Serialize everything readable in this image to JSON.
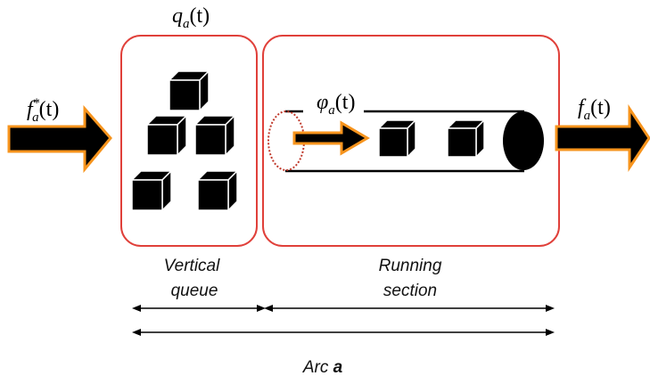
{
  "queue": {
    "label_base": "q",
    "label_sub": "a",
    "label_arg": "(t)",
    "caption_line1": "Vertical",
    "caption_line2": "queue"
  },
  "running": {
    "label_base": "φ",
    "label_sub": "a",
    "label_arg": "(t)",
    "caption_line1": "Running",
    "caption_line2": "section"
  },
  "inflow": {
    "label_base": "f",
    "label_sup": "*",
    "label_sub": "a",
    "label_arg": "(t)"
  },
  "outflow": {
    "label_base": "f",
    "label_sub": "a",
    "label_arg": "(t)"
  },
  "arc": {
    "prefix": "Arc",
    "name": "a"
  },
  "colors": {
    "box_border": "#e0403a",
    "arrow_fill": "#000000",
    "arrow_outline": "#f7941d",
    "cube": "#000000",
    "pipe_entrance": "#c0392b"
  }
}
